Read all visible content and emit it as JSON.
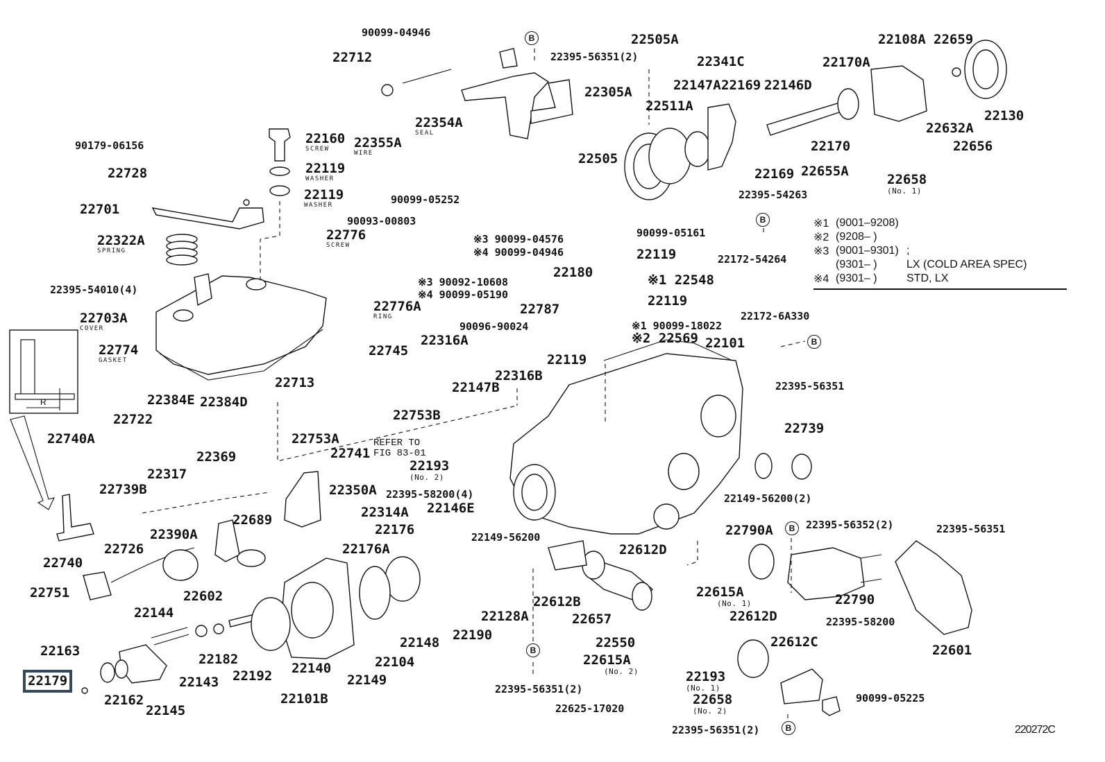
{
  "figure": {
    "id": "220272C",
    "type": "exploded parts diagram",
    "subject": "Injection pump body / governor components",
    "refer_note": [
      "REFER TO",
      "FIG 83-01"
    ],
    "reference_marker": "B",
    "highlighted_part": "22179"
  },
  "legend": {
    "rows": [
      {
        "mark": "※1",
        "range": "(9001–9208)",
        "note": ""
      },
      {
        "mark": "※2",
        "range": "(9208–      )",
        "note": ""
      },
      {
        "mark": "※3",
        "range": "(9001–9301)",
        "note": ";"
      },
      {
        "mark": "",
        "range": "(9301–      )",
        "note": "LX (COLD AREA SPEC)"
      },
      {
        "mark": "※4",
        "range": "(9301–      )",
        "note": "STD, LX"
      }
    ]
  },
  "parts": [
    {
      "id": "p1",
      "number": "90099-04946",
      "desc": ""
    },
    {
      "id": "p2",
      "number": "22712",
      "desc": ""
    },
    {
      "id": "p3",
      "number": "22395-56351(2)",
      "desc": ""
    },
    {
      "id": "p4",
      "number": "22305A",
      "desc": ""
    },
    {
      "id": "p5",
      "number": "22505A",
      "desc": ""
    },
    {
      "id": "p6",
      "number": "22341C",
      "desc": ""
    },
    {
      "id": "p7",
      "number": "22147A",
      "desc": ""
    },
    {
      "id": "p8",
      "number": "22169",
      "desc": ""
    },
    {
      "id": "p9",
      "number": "22146D",
      "desc": ""
    },
    {
      "id": "p10",
      "number": "22511A",
      "desc": ""
    },
    {
      "id": "p11",
      "number": "22505",
      "desc": ""
    },
    {
      "id": "p12",
      "number": "22170A",
      "desc": ""
    },
    {
      "id": "p13",
      "number": "22108A",
      "desc": ""
    },
    {
      "id": "p14",
      "number": "22659",
      "desc": ""
    },
    {
      "id": "p15",
      "number": "22130",
      "desc": ""
    },
    {
      "id": "p16",
      "number": "22632A",
      "desc": ""
    },
    {
      "id": "p17",
      "number": "22170",
      "desc": ""
    },
    {
      "id": "p18",
      "number": "22656",
      "desc": ""
    },
    {
      "id": "p19",
      "number": "22169",
      "desc": ""
    },
    {
      "id": "p20",
      "number": "22655A",
      "desc": ""
    },
    {
      "id": "p21",
      "number": "22658",
      "desc": "(No. 1)"
    },
    {
      "id": "p22",
      "number": "22395-54263",
      "desc": ""
    },
    {
      "id": "p23",
      "number": "90179-06156",
      "desc": ""
    },
    {
      "id": "p24",
      "number": "22728",
      "desc": ""
    },
    {
      "id": "p25",
      "number": "22160",
      "desc": "SCREW"
    },
    {
      "id": "p26",
      "number": "22355A",
      "desc": "WIRE"
    },
    {
      "id": "p27",
      "number": "22354A",
      "desc": "SEAL"
    },
    {
      "id": "p28",
      "number": "22119",
      "desc": "WASHER"
    },
    {
      "id": "p29",
      "number": "22119",
      "desc": "WASHER"
    },
    {
      "id": "p30",
      "number": "22701",
      "desc": ""
    },
    {
      "id": "p31",
      "number": "90099-05252",
      "desc": ""
    },
    {
      "id": "p32",
      "number": "90093-00803",
      "desc": ""
    },
    {
      "id": "p33",
      "number": "22776",
      "desc": "SCREW"
    },
    {
      "id": "p34",
      "number": "22322A",
      "desc": "SPRING"
    },
    {
      "id": "p35",
      "number": "※3 90099-04576",
      "desc": ""
    },
    {
      "id": "p36",
      "number": "※4 90099-04946",
      "desc": ""
    },
    {
      "id": "p37",
      "number": "90099-05161",
      "desc": ""
    },
    {
      "id": "p38",
      "number": "22119",
      "desc": ""
    },
    {
      "id": "p39",
      "number": "22180",
      "desc": ""
    },
    {
      "id": "p40",
      "number": "※1 22548",
      "desc": ""
    },
    {
      "id": "p41",
      "number": "22172-54264",
      "desc": ""
    },
    {
      "id": "p42",
      "number": "22395-54010(4)",
      "desc": ""
    },
    {
      "id": "p43",
      "number": "※3 90092-10608",
      "desc": ""
    },
    {
      "id": "p44",
      "number": "※4 90099-05190",
      "desc": ""
    },
    {
      "id": "p45",
      "number": "22776A",
      "desc": "RING"
    },
    {
      "id": "p46",
      "number": "22787",
      "desc": ""
    },
    {
      "id": "p47",
      "number": "22119",
      "desc": ""
    },
    {
      "id": "p48",
      "number": "22703A",
      "desc": "COVER"
    },
    {
      "id": "p49",
      "number": "90096-90024",
      "desc": ""
    },
    {
      "id": "p50",
      "number": "※1 90099-18022",
      "desc": ""
    },
    {
      "id": "p51",
      "number": "※2 22569",
      "desc": ""
    },
    {
      "id": "p52",
      "number": "22172-6A330",
      "desc": ""
    },
    {
      "id": "p53",
      "number": "22774",
      "desc": "GASKET"
    },
    {
      "id": "p54",
      "number": "22745",
      "desc": ""
    },
    {
      "id": "p55",
      "number": "22316A",
      "desc": ""
    },
    {
      "id": "p56",
      "number": "22101",
      "desc": ""
    },
    {
      "id": "p57",
      "number": "22119",
      "desc": ""
    },
    {
      "id": "p58",
      "number": "22147B",
      "desc": ""
    },
    {
      "id": "p59",
      "number": "22316B",
      "desc": ""
    },
    {
      "id": "p60",
      "number": "22395-56351",
      "desc": ""
    },
    {
      "id": "p61",
      "number": "22713",
      "desc": ""
    },
    {
      "id": "p62",
      "number": "22384E",
      "desc": ""
    },
    {
      "id": "p63",
      "number": "22384D",
      "desc": ""
    },
    {
      "id": "p64",
      "number": "22753B",
      "desc": ""
    },
    {
      "id": "p65",
      "number": "22722",
      "desc": ""
    },
    {
      "id": "p66",
      "number": "22753A",
      "desc": ""
    },
    {
      "id": "p67",
      "number": "22741",
      "desc": ""
    },
    {
      "id": "p68",
      "number": "22739",
      "desc": ""
    },
    {
      "id": "p69",
      "number": "22740A",
      "desc": ""
    },
    {
      "id": "p70",
      "number": "22369",
      "desc": ""
    },
    {
      "id": "p71",
      "number": "22193",
      "desc": "(No. 2)"
    },
    {
      "id": "p72",
      "number": "22317",
      "desc": ""
    },
    {
      "id": "p73",
      "number": "22739B",
      "desc": ""
    },
    {
      "id": "p74",
      "number": "22350A",
      "desc": ""
    },
    {
      "id": "p75",
      "number": "22395-58200(4)",
      "desc": ""
    },
    {
      "id": "p76",
      "number": "22149-56200(2)",
      "desc": ""
    },
    {
      "id": "p77",
      "number": "22314A",
      "desc": ""
    },
    {
      "id": "p78",
      "number": "22146E",
      "desc": ""
    },
    {
      "id": "p79",
      "number": "22689",
      "desc": ""
    },
    {
      "id": "p80",
      "number": "22390A",
      "desc": ""
    },
    {
      "id": "p81",
      "number": "22176",
      "desc": ""
    },
    {
      "id": "p82",
      "number": "22149-56200",
      "desc": ""
    },
    {
      "id": "p83",
      "number": "22395-56352(2)",
      "desc": ""
    },
    {
      "id": "p84",
      "number": "22790A",
      "desc": ""
    },
    {
      "id": "p85",
      "number": "22395-56351",
      "desc": ""
    },
    {
      "id": "p86",
      "number": "22740",
      "desc": ""
    },
    {
      "id": "p87",
      "number": "22726",
      "desc": ""
    },
    {
      "id": "p88",
      "number": "22176A",
      "desc": ""
    },
    {
      "id": "p89",
      "number": "22612D",
      "desc": ""
    },
    {
      "id": "p90",
      "number": "22751",
      "desc": ""
    },
    {
      "id": "p91",
      "number": "22602",
      "desc": ""
    },
    {
      "id": "p92",
      "number": "22612B",
      "desc": ""
    },
    {
      "id": "p93",
      "number": "22615A",
      "desc": "(No. 1)"
    },
    {
      "id": "p94",
      "number": "22790",
      "desc": ""
    },
    {
      "id": "p95",
      "number": "22144",
      "desc": ""
    },
    {
      "id": "p96",
      "number": "22128A",
      "desc": ""
    },
    {
      "id": "p97",
      "number": "22657",
      "desc": ""
    },
    {
      "id": "p98",
      "number": "22612D",
      "desc": ""
    },
    {
      "id": "p99",
      "number": "22395-58200",
      "desc": ""
    },
    {
      "id": "p100",
      "number": "22163",
      "desc": ""
    },
    {
      "id": "p101",
      "number": "22148",
      "desc": ""
    },
    {
      "id": "p102",
      "number": "22190",
      "desc": ""
    },
    {
      "id": "p103",
      "number": "22550",
      "desc": ""
    },
    {
      "id": "p104",
      "number": "22612C",
      "desc": ""
    },
    {
      "id": "p105",
      "number": "22601",
      "desc": ""
    },
    {
      "id": "p106",
      "number": "22179",
      "desc": ""
    },
    {
      "id": "p107",
      "number": "22182",
      "desc": ""
    },
    {
      "id": "p108",
      "number": "22140",
      "desc": ""
    },
    {
      "id": "p109",
      "number": "22104",
      "desc": ""
    },
    {
      "id": "p110",
      "number": "22615A",
      "desc": "(No. 2)"
    },
    {
      "id": "p111",
      "number": "22193",
      "desc": "(No. 1)"
    },
    {
      "id": "p112",
      "number": "22162",
      "desc": ""
    },
    {
      "id": "p113",
      "number": "22143",
      "desc": ""
    },
    {
      "id": "p114",
      "number": "22192",
      "desc": ""
    },
    {
      "id": "p115",
      "number": "22149",
      "desc": ""
    },
    {
      "id": "p116",
      "number": "22395-56351(2)",
      "desc": ""
    },
    {
      "id": "p117",
      "number": "22658",
      "desc": "(No. 2)"
    },
    {
      "id": "p118",
      "number": "90099-05225",
      "desc": ""
    },
    {
      "id": "p119",
      "number": "22145",
      "desc": ""
    },
    {
      "id": "p120",
      "number": "22101B",
      "desc": ""
    },
    {
      "id": "p121",
      "number": "22625-17020",
      "desc": ""
    },
    {
      "id": "p122",
      "number": "22395-56351(2)",
      "desc": ""
    }
  ]
}
